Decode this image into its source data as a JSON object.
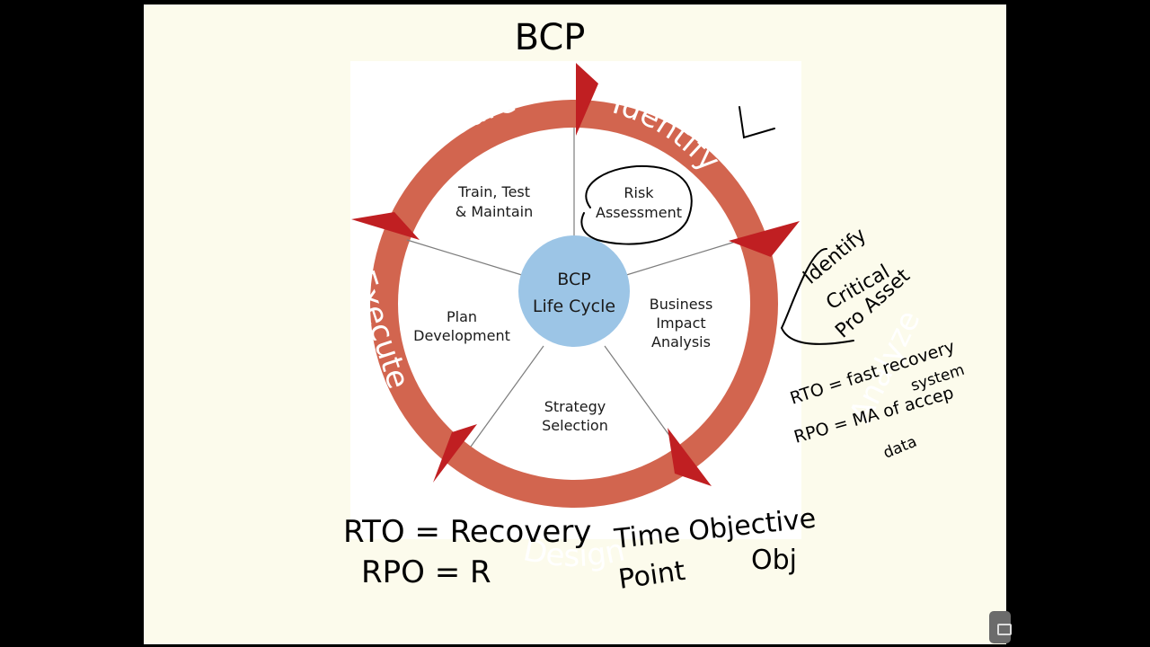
{
  "top_label": "BCP",
  "center": {
    "line1": "BCP",
    "line2": "Life Cycle"
  },
  "phases": [
    {
      "label": "Identify"
    },
    {
      "label": "Analyze"
    },
    {
      "label": "Design"
    },
    {
      "label": "Execute"
    },
    {
      "label": "Measure"
    }
  ],
  "segments": {
    "risk": [
      "Risk",
      "Assessment"
    ],
    "bia": [
      "Business",
      "Impact",
      "Analysis"
    ],
    "strategy": [
      "Strategy",
      "Selection"
    ],
    "plan": [
      "Plan",
      "Development"
    ],
    "train": [
      "Train, Test",
      "& Maintain"
    ]
  },
  "notes": {
    "checkmark": "✓",
    "side1": "identify",
    "side2": "Critical",
    "side3": "Pro Asset",
    "side4": "RTO = fast recovery",
    "side5": "system",
    "side6": "RPO = MA of accep",
    "side7": "data",
    "bottom1": "RTO = Recovery",
    "bottom2": "Time Objective",
    "bottom3": "RPO = R",
    "bottom4": "Point",
    "bottom5": "Obj"
  },
  "colors": {
    "ring": "#d2654f",
    "arrow": "#c01f22",
    "center": "#9cc5e6",
    "page": "#fcfbec",
    "panel": "#ffffff"
  }
}
